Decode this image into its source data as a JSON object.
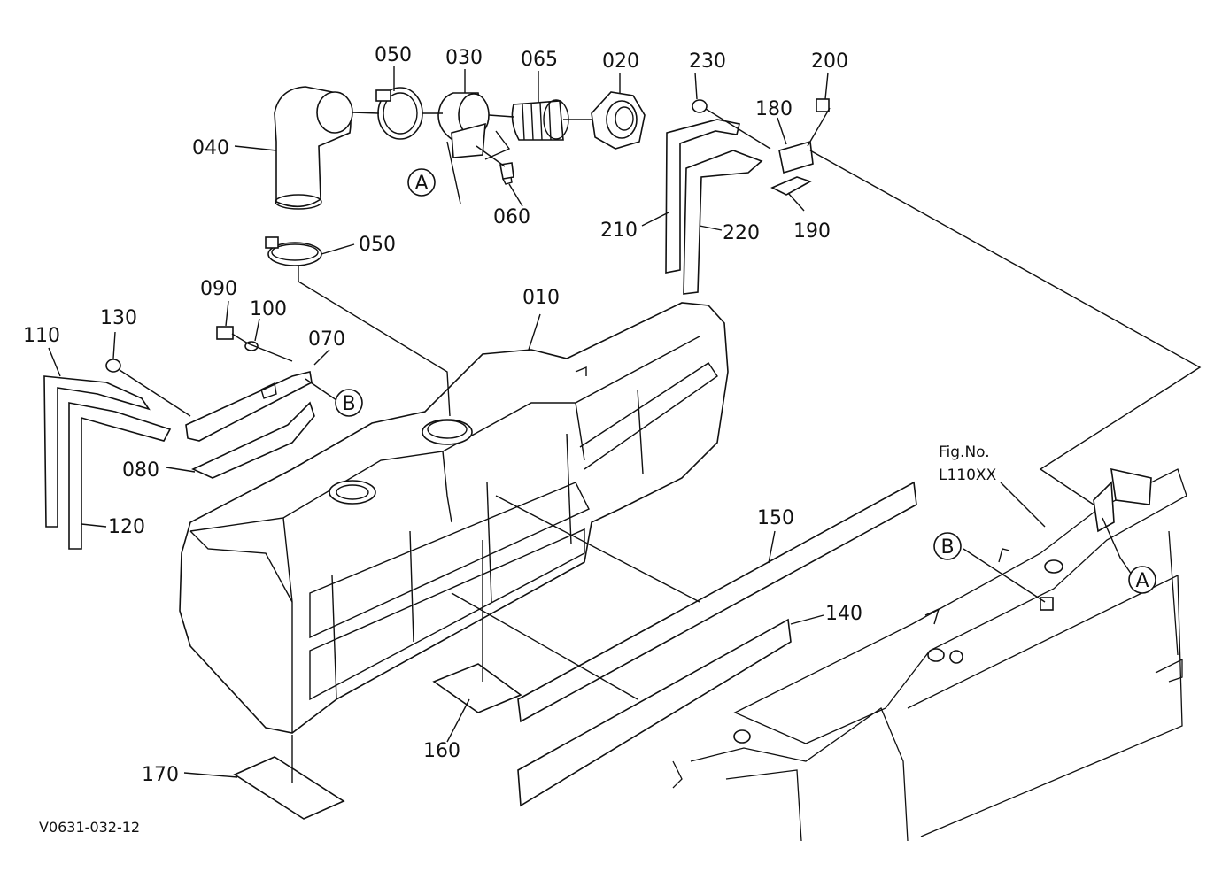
{
  "parts": {
    "p010": "010",
    "p020": "020",
    "p030": "030",
    "p040": "040",
    "p050_top": "050",
    "p050_low": "050",
    "p060": "060",
    "p065": "065",
    "p070": "070",
    "p080": "080",
    "p090": "090",
    "p100": "100",
    "p110": "110",
    "p120": "120",
    "p130": "130",
    "p140": "140",
    "p150": "150",
    "p160": "160",
    "p170": "170",
    "p180": "180",
    "p190": "190",
    "p200": "200",
    "p210": "210",
    "p220": "220",
    "p230": "230"
  },
  "refs": {
    "a_top": "A",
    "a_frame": "A",
    "b_bracket": "B",
    "b_frame": "B"
  },
  "figure_ref": {
    "line1": "Fig.No.",
    "line2": "L110XX"
  },
  "drawing_code": "V0631-032-12"
}
